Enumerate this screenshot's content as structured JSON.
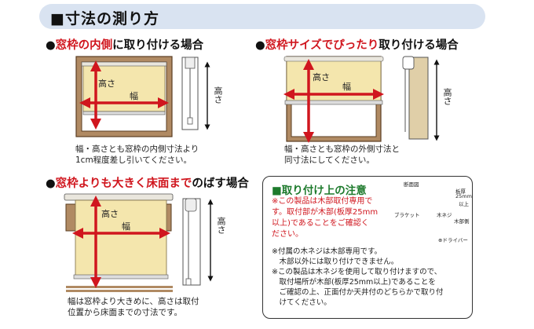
{
  "title": "■寸法の測り方",
  "section1": {
    "prefix": "●",
    "red": "窓枠の内側",
    "rest": "に取り付ける場合",
    "height_label": "高さ",
    "width_label": "幅",
    "side_height_label": "高さ",
    "caption": [
      "幅・高さとも窓枠の内側寸法より",
      "1cm程度差し引いてください。"
    ]
  },
  "section2": {
    "prefix": "●",
    "red": "窓枠サイズでぴったり",
    "rest": "取り付ける場合",
    "height_label": "高さ",
    "width_label": "幅",
    "side_height_label": "高さ",
    "caption": [
      "幅・高さとも窓枠の外側寸法と",
      "同寸法にしてください。"
    ]
  },
  "section3": {
    "prefix": "●",
    "red": "窓枠よりも大きく床面まで",
    "rest": "のばす場合",
    "height_label": "高さ",
    "width_label": "幅",
    "side_height_label": "高さ",
    "caption": [
      "幅は窓枠より大きめに、高さは取付",
      "位置から床面までの寸法です。"
    ]
  },
  "notice": {
    "title": "■取り付け上の注意",
    "red_text": [
      "※この製品は木部取付専用で",
      "す。取付部が木部(板厚25mm",
      "以上)であることをご確認く",
      "ださい。"
    ],
    "black_text": [
      "※付属の木ネジは木部専用です。",
      "　木部以外には取り付けできません。",
      "※この製品は木ネジを使用して取り付けますので、",
      "　取付場所が木部(板厚25mm以上)であることを",
      "　ご確認の上、正面付か天井付のどちらかで取り付",
      "　けてください。"
    ],
    "diagram": {
      "section_label": "断面図",
      "thickness_label": "板厚",
      "thickness_value": "25mm",
      "thickness_suffix": "以上",
      "bracket_label": "ブラケット",
      "screw_label": "木ネジ",
      "wood_label": "木部側",
      "driver_label": "⊕ドライバー"
    }
  },
  "colors": {
    "accent_red": "#d0161e",
    "frame_brown": "#b08a63",
    "blind_cream": "#f4e6ad",
    "title_band": "#d9e3f1",
    "notice_green": "#1d7a2c"
  }
}
